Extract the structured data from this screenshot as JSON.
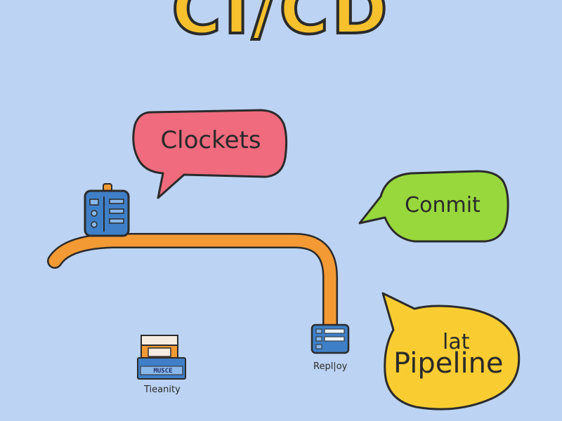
{
  "title": "CI/CD",
  "bubbles": {
    "clockets": "Clockets",
    "commit": "Conmit",
    "pipeline_top": "lat",
    "pipeline_main": "Pipeline"
  },
  "nodes": {
    "replloy": "Repl|oy",
    "tieanity": "Tieanity",
    "box_text": "MUSCE"
  },
  "colors": {
    "background": "#bcd3f3",
    "title": "#f6c12d",
    "pipe": "#f39a35",
    "bubble_red": "#ef6b7d",
    "bubble_green": "#98d83d",
    "bubble_yellow": "#f9cd32",
    "server_blue": "#3f7fc7"
  }
}
